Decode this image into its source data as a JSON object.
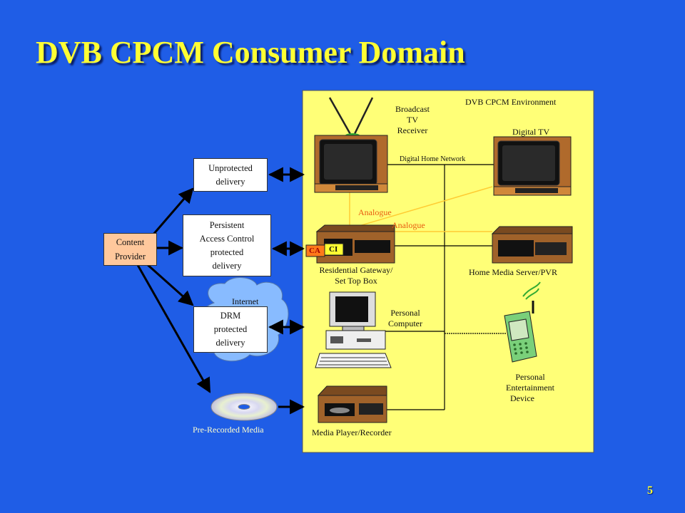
{
  "slide": {
    "title": "DVB CPCM Consumer Domain",
    "page_number": "5"
  },
  "diagram": {
    "content_provider": [
      "Content",
      "Provider"
    ],
    "delivery": {
      "unprotected": [
        "Unprotected",
        "delivery"
      ],
      "persistent": [
        "Persistent",
        "Access Control",
        "protected",
        "delivery"
      ],
      "internet": "Internet",
      "drm": [
        "DRM",
        "protected",
        "delivery"
      ],
      "pre_recorded": "Pre-Recorded Media"
    },
    "environment": {
      "title": "DVB CPCM Environment",
      "broadcast_tv": [
        "Broadcast",
        "TV",
        "Receiver"
      ],
      "digital_tv": "Digital TV",
      "network": "Digital Home Network",
      "analogue_1": "Analogue",
      "analogue_2": "Analogue",
      "gateway": [
        "Residential Gateway/",
        "Set Top Box"
      ],
      "ca": "CA",
      "ci": "CI",
      "media_server": "Home Media Server/PVR",
      "pc": [
        "Personal",
        "Computer"
      ],
      "ped": [
        "Personal",
        "Entertainment",
        "Device"
      ],
      "media_player": "Media Player/Recorder"
    }
  },
  "colors": {
    "background": "#1f5de6",
    "title": "#ffff33",
    "environment": "#ffff77",
    "content_provider": "#ffc89c",
    "cloud": "#88bbff",
    "analogue": "#e85a10"
  }
}
